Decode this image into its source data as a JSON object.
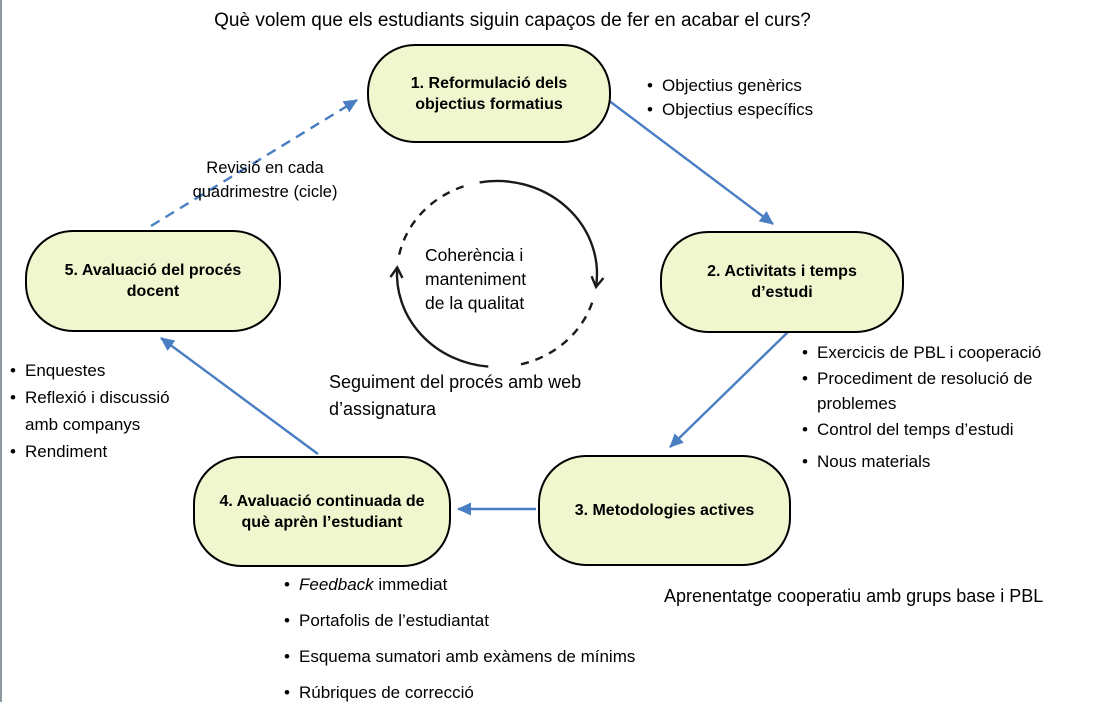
{
  "colors": {
    "box_fill": "#f0f7cf",
    "box_border": "#000000",
    "arrow_blue": "#4a7ec2",
    "circle_stroke": "#1a1a1a",
    "edge_line": "#8d999e"
  },
  "title": "Què volem que els estudiants siguin capaços de fer en acabar el curs?",
  "cycle": {
    "box1": {
      "lines": [
        "1. Reformulació dels",
        "objectius formatius"
      ]
    },
    "box2": {
      "lines": [
        "2. Activitats i temps",
        "d’estudi"
      ]
    },
    "box3": {
      "lines": [
        "3. Metodologies actives"
      ]
    },
    "box4": {
      "lines": [
        "4. Avaluació continuada de",
        "què aprèn l’estudiant"
      ]
    },
    "box5": {
      "lines": [
        "5. Avaluació del procés",
        "docent"
      ]
    }
  },
  "center_circle": {
    "lines": [
      "Coherència i",
      "manteniment",
      "de la qualitat"
    ]
  },
  "labels": {
    "revision": {
      "lines": [
        "Revisió en cada",
        "quadrimestre (cicle)"
      ]
    },
    "seguiment": {
      "lines": [
        "Seguiment del procés amb web",
        "d’assignatura"
      ]
    },
    "aprenentatge": "Aprenentatge cooperatiu amb grups base i PBL"
  },
  "bullets": {
    "objectius": [
      "Objectius genèrics",
      "Objectius específics"
    ],
    "activitats": [
      {
        "lines": [
          "Exercicis de PBL i cooperació"
        ]
      },
      {
        "lines": [
          "Procediment de resolució de",
          "problemes"
        ]
      },
      {
        "lines": [
          "Control del temps d’estudi"
        ]
      },
      {
        "lines": [
          "Nous materials"
        ]
      }
    ],
    "avaluacio": [
      {
        "italic": "Feedback",
        "rest": " immediat"
      },
      {
        "text": "Portafolis de l’estudiantat"
      },
      {
        "text": "Esquema sumatori amb exàmens de mínims"
      },
      {
        "text": "Rúbriques de correcció"
      }
    ],
    "proces_docent": [
      {
        "lines": [
          "Enquestes"
        ]
      },
      {
        "lines": [
          "Reflexió i discussió",
          "amb companys"
        ]
      },
      {
        "lines": [
          "Rendiment"
        ]
      }
    ]
  }
}
